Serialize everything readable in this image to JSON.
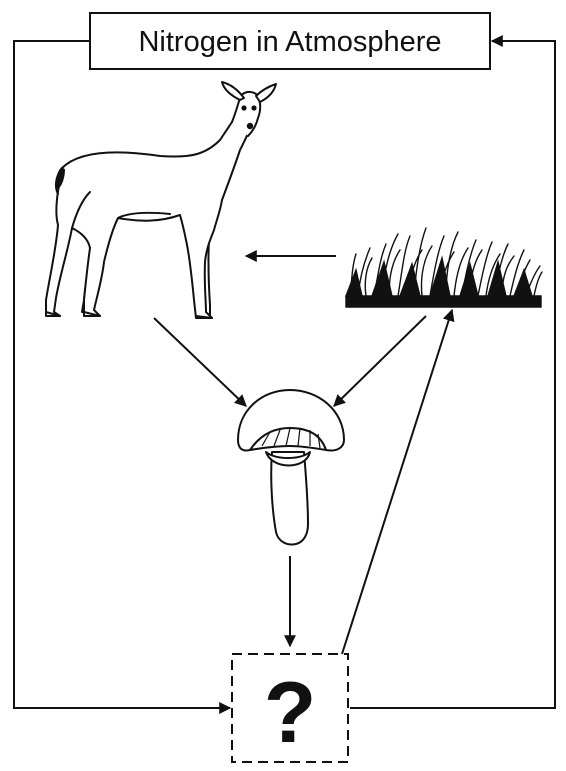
{
  "title_box": {
    "label": "Nitrogen in Atmosphere"
  },
  "unknown_box": {
    "symbol": "?"
  },
  "organisms": [
    {
      "name": "deer",
      "icon": "deer-icon"
    },
    {
      "name": "grass",
      "icon": "grass-icon"
    },
    {
      "name": "mushroom",
      "icon": "mushroom-icon"
    }
  ],
  "colors": {
    "stroke": "#111111",
    "fill": "#ffffff",
    "background": "#ffffff"
  }
}
